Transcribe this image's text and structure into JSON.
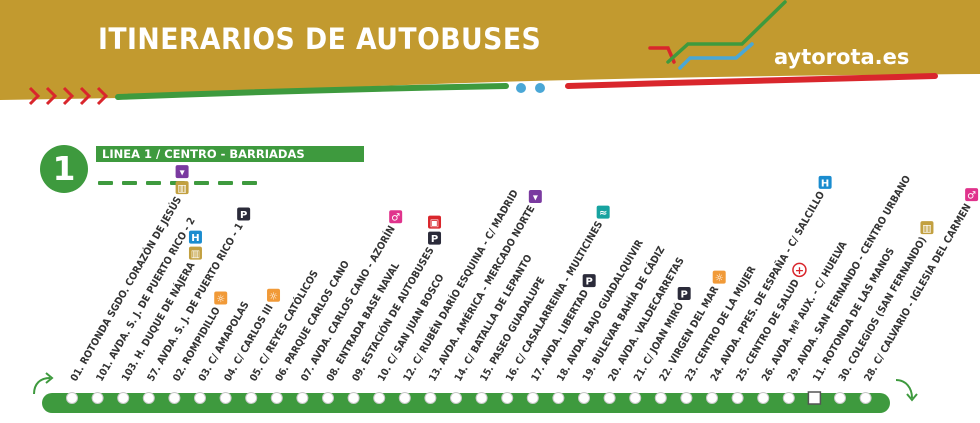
{
  "header": {
    "title": "ITINERARIOS DE AUTOBUSES",
    "website": "aytorota.es"
  },
  "line": {
    "number": "1",
    "name": "LINEA 1 / CENTRO - BARRIADAS"
  },
  "colors": {
    "header_bg": "#c29a2f",
    "line_green": "#3e9a3e",
    "accent_red": "#d9262c",
    "accent_blue": "#4aa7d6",
    "parking": "#2b2b3a",
    "hospital": "#1a8ccf",
    "education": "#c2a040",
    "market": "#7a3aa0",
    "beach": "#f19a38",
    "toilets": "#e0338c",
    "pool": "#17a3a0"
  },
  "stops": [
    {
      "label": "01. ROTONDA SGDO. CORAZÓN DE JESÚS",
      "icons": [
        "education-icon",
        "market-icon"
      ]
    },
    {
      "label": "101. AVDA. S. J. DE PUERTO RICO - 2",
      "icons": []
    },
    {
      "label": "103. H. DUQUE DE NÁJERA",
      "icons": [
        "education-icon",
        "hospital-icon"
      ]
    },
    {
      "label": "57. AVDA. S. J. DE PUERTO RICO - 1",
      "icons": [
        "parking-icon"
      ]
    },
    {
      "label": "02. ROMPIDILLO",
      "icons": [
        "beach-icon"
      ]
    },
    {
      "label": "03. C/ AMAPOLAS",
      "icons": []
    },
    {
      "label": "04. C/ CARLOS III",
      "icons": [
        "beach-icon"
      ]
    },
    {
      "label": "05. C/ REYES CATÓLICOS",
      "icons": []
    },
    {
      "label": "06. PARQUE CARLOS CANO",
      "icons": []
    },
    {
      "label": "07. AVDA. CARLOS CANO - AZORÍN",
      "icons": [
        "toilets-icon"
      ]
    },
    {
      "label": "08. ENTRADA BASE NAVAL",
      "icons": []
    },
    {
      "label": "09. ESTACIÓN DE AUTOBUSES",
      "icons": [
        "parking-icon",
        "bus-station-icon"
      ]
    },
    {
      "label": "10. C/ SAN JUAN BOSCO",
      "icons": []
    },
    {
      "label": "12. C/ RUBÉN DARÍO ESQUINA - C/ MADRID",
      "icons": []
    },
    {
      "label": "13. AVDA. AMÉRICA - MERCADO NORTE",
      "icons": [
        "market-icon"
      ]
    },
    {
      "label": "14. C/ BATALLA DE LEPANTO",
      "icons": []
    },
    {
      "label": "15. PASEO GUADALUPE",
      "icons": []
    },
    {
      "label": "16. C/ CASALARREINA - MULTICINES",
      "icons": [
        "pool-icon"
      ]
    },
    {
      "label": "17. AVDA. LIBERTAD",
      "icons": [
        "parking-icon"
      ]
    },
    {
      "label": "18. AVDA. BAJO GUADALQUIVIR",
      "icons": []
    },
    {
      "label": "19. BULEVAR BAHÍA DE CÁDIZ",
      "icons": []
    },
    {
      "label": "20. AVDA. VALDECARRETAS",
      "icons": []
    },
    {
      "label": "21. C/ JOAN MIRÓ",
      "icons": [
        "parking-icon"
      ]
    },
    {
      "label": "22. VIRGEN DEL MAR",
      "icons": [
        "beach-icon"
      ]
    },
    {
      "label": "23. CENTRO DE LA MUJER",
      "icons": []
    },
    {
      "label": "24. AVDA. PPES. DE ESPAÑA - C/ SALCILLO",
      "icons": [
        "hospital-icon"
      ]
    },
    {
      "label": "25. CENTRO DE SALUD",
      "icons": [
        "red-cross-icon"
      ]
    },
    {
      "label": "26. AVDA. Mª AUX. - C/ HUELVA",
      "icons": []
    },
    {
      "label": "29. AVDA. SAN FERNANDO - CENTRO URBANO",
      "icons": []
    },
    {
      "label": "11. ROTONDA DE LAS MANOS",
      "icons": []
    },
    {
      "label": "30. COLEGIOS (SAN FERNANDO)",
      "icons": [
        "education-icon"
      ]
    },
    {
      "label": "28. C/ CALVARIO - IGLESIA DEL CARMEN",
      "icons": [
        "toilets-icon"
      ]
    }
  ],
  "terminal_stop_index": 29
}
